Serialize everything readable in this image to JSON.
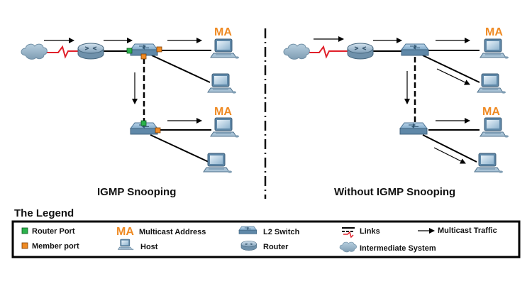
{
  "captions": {
    "left": "IGMP Snooping",
    "right": "Without IGMP Snooping"
  },
  "ma_label": "MA",
  "legend": {
    "title": "The Legend",
    "router_port": "Router Port",
    "member_port": "Member port",
    "ma_symbol": "MA",
    "multicast_address": "Multicast Address",
    "host": "Host",
    "l2_switch": "L2 Switch",
    "router": "Router",
    "links": "Links",
    "intermediate_system": "Intermediate System",
    "multicast_traffic": "Multicast Traffic"
  },
  "colors": {
    "router_port": "#2bb24c",
    "member_port": "#ef8a23",
    "ma_text": "#ef8a23",
    "serial_link": "#e0202a",
    "device_blue": "#6b9cc0"
  }
}
